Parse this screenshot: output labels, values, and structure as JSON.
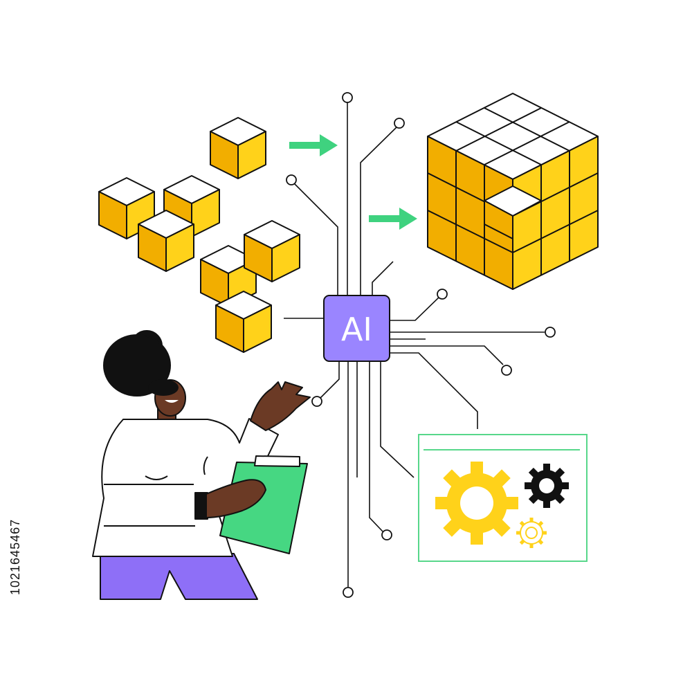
{
  "chip": {
    "label": "AI"
  },
  "side_label": "1021645467",
  "colors": {
    "cube_top": "#ffffff",
    "cube_left": "#f2ae00",
    "cube_right": "#ffd21a",
    "chip": "#9a85ff",
    "chip_text": "#ffffff",
    "arrow": "#3fd27f",
    "clipboard": "#46d782",
    "gear_yellow": "#ffd21a",
    "gear_black": "#111111",
    "window_border": "#57d78a",
    "pants": "#8e6ff7",
    "skin": "#6b3a25",
    "hair": "#111111",
    "outline": "#111111"
  },
  "icons": [
    "cube-icon",
    "arrow-right-icon",
    "gear-icon",
    "clipboard-icon",
    "person-illustration"
  ]
}
